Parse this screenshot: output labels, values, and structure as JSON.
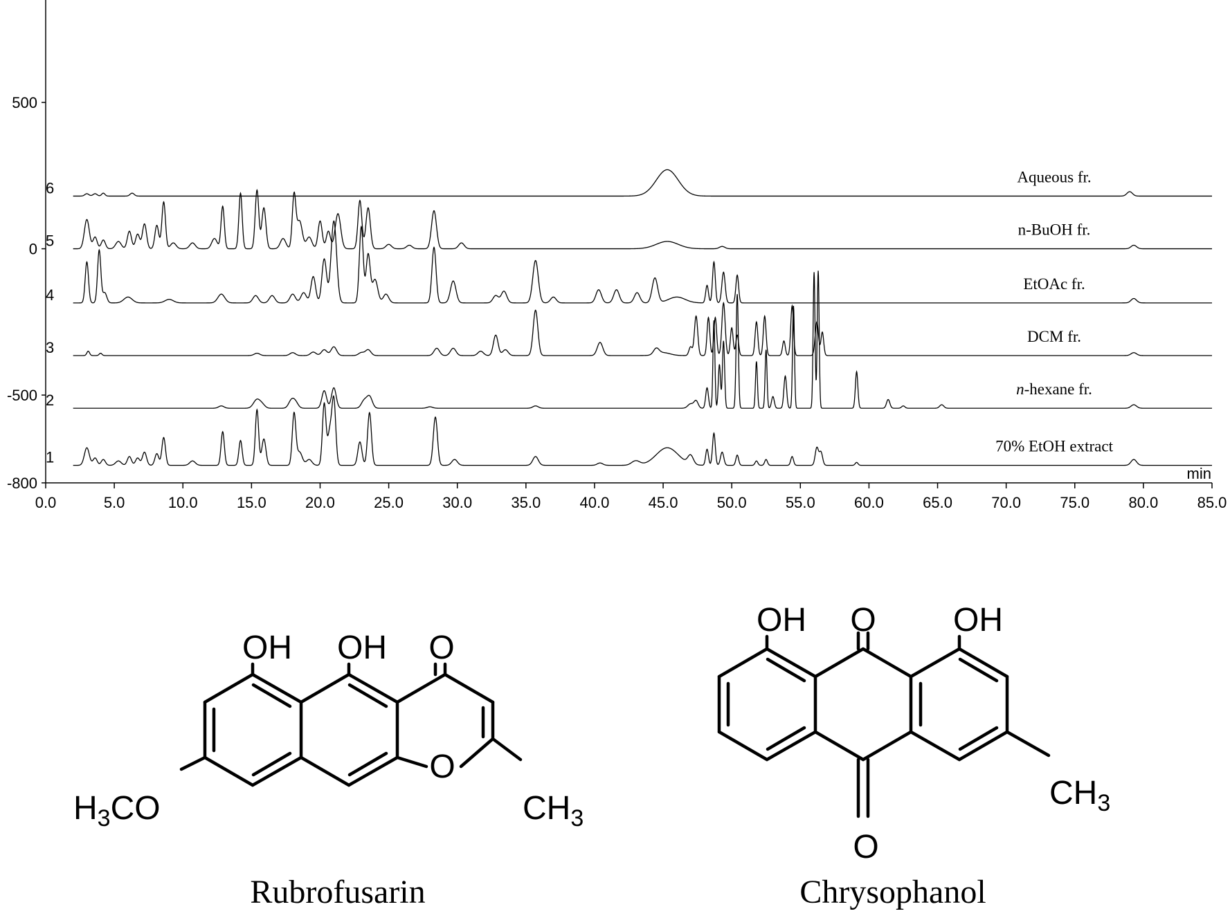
{
  "chart_data": {
    "type": "line",
    "xlabel": "min",
    "ylabel": "",
    "xlim": [
      0,
      85
    ],
    "ylim": [
      -800,
      850
    ],
    "x_ticks": [
      "0.0",
      "5.0",
      "10.0",
      "15.0",
      "20.0",
      "25.0",
      "30.0",
      "35.0",
      "40.0",
      "45.0",
      "50.0",
      "55.0",
      "60.0",
      "65.0",
      "70.0",
      "75.0",
      "80.0",
      "85.0"
    ],
    "y_ticks": [
      {
        "value": 500,
        "label": "500"
      },
      {
        "value": 0,
        "label": "0"
      },
      {
        "value": -500,
        "label": "-500"
      },
      {
        "value": -800,
        "label": "-800"
      }
    ],
    "grid": false,
    "x_start": 2.0,
    "x_end": 85.0,
    "series": [
      {
        "number": "6",
        "name": "Aqueous fr.",
        "label_italic_prefix": "",
        "label_rest": "Aqueous fr.",
        "baseline": 180,
        "peaks": [
          [
            3.0,
            8,
            0.15
          ],
          [
            3.6,
            8,
            0.15
          ],
          [
            4.2,
            10,
            0.12
          ],
          [
            6.3,
            10,
            0.15
          ],
          [
            45.3,
            90,
            0.8
          ],
          [
            79.0,
            15,
            0.2
          ]
        ]
      },
      {
        "number": "5",
        "name": "n-BuOH fr.",
        "label_italic_prefix": "",
        "label_rest": "n-BuOH fr.",
        "baseline": 0,
        "peaks": [
          [
            3.0,
            100,
            0.18
          ],
          [
            3.6,
            40,
            0.15
          ],
          [
            4.2,
            30,
            0.15
          ],
          [
            5.3,
            25,
            0.2
          ],
          [
            6.1,
            60,
            0.15
          ],
          [
            6.7,
            50,
            0.15
          ],
          [
            7.2,
            85,
            0.15
          ],
          [
            8.1,
            80,
            0.14
          ],
          [
            8.6,
            160,
            0.13
          ],
          [
            9.3,
            20,
            0.2
          ],
          [
            10.7,
            20,
            0.2
          ],
          [
            12.3,
            35,
            0.2
          ],
          [
            12.9,
            145,
            0.12
          ],
          [
            14.2,
            190,
            0.12
          ],
          [
            15.4,
            200,
            0.13
          ],
          [
            15.9,
            140,
            0.15
          ],
          [
            17.3,
            35,
            0.2
          ],
          [
            18.1,
            180,
            0.13
          ],
          [
            18.5,
            95,
            0.2
          ],
          [
            19.2,
            40,
            0.2
          ],
          [
            20.0,
            95,
            0.15
          ],
          [
            20.6,
            60,
            0.15
          ],
          [
            21.3,
            120,
            0.2
          ],
          [
            22.9,
            165,
            0.14
          ],
          [
            23.5,
            140,
            0.16
          ],
          [
            25.0,
            15,
            0.2
          ],
          [
            26.5,
            12,
            0.2
          ],
          [
            28.3,
            130,
            0.18
          ],
          [
            30.3,
            20,
            0.2
          ],
          [
            45.3,
            25,
            0.8
          ],
          [
            49.3,
            8,
            0.2
          ],
          [
            79.3,
            12,
            0.2
          ]
        ]
      },
      {
        "number": "4",
        "name": "EtOAc fr.",
        "label_italic_prefix": "",
        "label_rest": "EtOAc fr.",
        "baseline": -185,
        "peaks": [
          [
            3.0,
            140,
            0.12
          ],
          [
            3.9,
            180,
            0.12
          ],
          [
            4.3,
            35,
            0.15
          ],
          [
            6.0,
            20,
            0.3
          ],
          [
            9.0,
            12,
            0.3
          ],
          [
            12.8,
            30,
            0.25
          ],
          [
            15.3,
            25,
            0.2
          ],
          [
            16.5,
            25,
            0.2
          ],
          [
            18.0,
            30,
            0.2
          ],
          [
            18.8,
            35,
            0.2
          ],
          [
            19.5,
            90,
            0.17
          ],
          [
            20.3,
            150,
            0.17
          ],
          [
            21.0,
            280,
            0.2
          ],
          [
            23.0,
            260,
            0.14
          ],
          [
            23.5,
            165,
            0.15
          ],
          [
            24.0,
            80,
            0.2
          ],
          [
            24.8,
            30,
            0.2
          ],
          [
            28.3,
            190,
            0.15
          ],
          [
            29.7,
            75,
            0.2
          ],
          [
            32.8,
            25,
            0.2
          ],
          [
            33.4,
            40,
            0.2
          ],
          [
            35.7,
            145,
            0.2
          ],
          [
            37.0,
            20,
            0.2
          ],
          [
            40.3,
            45,
            0.2
          ],
          [
            41.6,
            45,
            0.2
          ],
          [
            43.1,
            35,
            0.2
          ],
          [
            44.4,
            85,
            0.2
          ],
          [
            46.0,
            20,
            0.6
          ],
          [
            48.2,
            60,
            0.1
          ],
          [
            48.7,
            140,
            0.1
          ],
          [
            49.4,
            105,
            0.12
          ],
          [
            50.4,
            95,
            0.1
          ],
          [
            79.3,
            15,
            0.2
          ]
        ]
      },
      {
        "number": "3",
        "name": "DCM fr.",
        "label_italic_prefix": "",
        "label_rest": "DCM fr.",
        "baseline": -365,
        "peaks": [
          [
            3.1,
            15,
            0.1
          ],
          [
            4.0,
            8,
            0.1
          ],
          [
            15.4,
            8,
            0.2
          ],
          [
            18.0,
            10,
            0.2
          ],
          [
            19.5,
            12,
            0.2
          ],
          [
            20.3,
            20,
            0.2
          ],
          [
            21.0,
            30,
            0.2
          ],
          [
            23.0,
            10,
            0.2
          ],
          [
            23.5,
            20,
            0.2
          ],
          [
            28.5,
            25,
            0.2
          ],
          [
            29.7,
            25,
            0.2
          ],
          [
            31.7,
            15,
            0.2
          ],
          [
            32.8,
            70,
            0.17
          ],
          [
            33.5,
            20,
            0.2
          ],
          [
            35.7,
            155,
            0.17
          ],
          [
            40.4,
            45,
            0.2
          ],
          [
            44.5,
            20,
            0.2
          ],
          [
            45.0,
            10,
            0.5
          ],
          [
            47.0,
            30,
            0.12
          ],
          [
            47.4,
            135,
            0.12
          ],
          [
            48.3,
            130,
            0.1
          ],
          [
            48.8,
            130,
            0.1
          ],
          [
            49.4,
            180,
            0.12
          ],
          [
            50.0,
            95,
            0.1
          ],
          [
            50.4,
            70,
            0.1
          ],
          [
            51.8,
            115,
            0.1
          ],
          [
            52.4,
            135,
            0.1
          ],
          [
            53.8,
            50,
            0.1
          ],
          [
            54.4,
            170,
            0.1
          ],
          [
            56.2,
            115,
            0.12
          ],
          [
            56.6,
            80,
            0.1
          ],
          [
            79.3,
            10,
            0.2
          ]
        ]
      },
      {
        "number": "2",
        "name": "n-hexane fr.",
        "label_italic_prefix": "n",
        "label_rest": "-hexane fr.",
        "baseline": -545,
        "peaks": [
          [
            12.8,
            8,
            0.2
          ],
          [
            15.4,
            30,
            0.25
          ],
          [
            15.8,
            10,
            0.2
          ],
          [
            17.9,
            25,
            0.2
          ],
          [
            18.2,
            20,
            0.2
          ],
          [
            20.3,
            60,
            0.17
          ],
          [
            21.0,
            70,
            0.17
          ],
          [
            23.2,
            25,
            0.2
          ],
          [
            23.6,
            40,
            0.2
          ],
          [
            28.0,
            5,
            0.2
          ],
          [
            35.7,
            8,
            0.2
          ],
          [
            47.0,
            15,
            0.2
          ],
          [
            47.4,
            25,
            0.15
          ],
          [
            48.2,
            70,
            0.1
          ],
          [
            48.7,
            300,
            0.07
          ],
          [
            49.1,
            150,
            0.08
          ],
          [
            49.4,
            230,
            0.08
          ],
          [
            50.4,
            390,
            0.08
          ],
          [
            51.8,
            160,
            0.07
          ],
          [
            52.5,
            200,
            0.07
          ],
          [
            53.0,
            40,
            0.1
          ],
          [
            53.9,
            110,
            0.1
          ],
          [
            54.5,
            350,
            0.07
          ],
          [
            56.0,
            465,
            0.07
          ],
          [
            56.3,
            470,
            0.07
          ],
          [
            59.1,
            125,
            0.09
          ],
          [
            61.4,
            30,
            0.12
          ],
          [
            62.5,
            8,
            0.12
          ],
          [
            65.3,
            12,
            0.15
          ],
          [
            79.3,
            12,
            0.2
          ]
        ]
      },
      {
        "number": "1",
        "name": "70% EtOH extract",
        "label_italic_prefix": "",
        "label_rest": "70% EtOH extract",
        "baseline": -740,
        "peaks": [
          [
            3.0,
            60,
            0.18
          ],
          [
            3.6,
            25,
            0.15
          ],
          [
            4.2,
            20,
            0.15
          ],
          [
            5.3,
            15,
            0.2
          ],
          [
            6.1,
            30,
            0.15
          ],
          [
            6.7,
            25,
            0.15
          ],
          [
            7.2,
            45,
            0.15
          ],
          [
            8.1,
            40,
            0.14
          ],
          [
            8.6,
            95,
            0.13
          ],
          [
            10.7,
            15,
            0.2
          ],
          [
            12.9,
            115,
            0.12
          ],
          [
            14.2,
            85,
            0.12
          ],
          [
            15.4,
            190,
            0.12
          ],
          [
            15.9,
            90,
            0.15
          ],
          [
            18.1,
            175,
            0.13
          ],
          [
            18.5,
            45,
            0.2
          ],
          [
            19.2,
            20,
            0.2
          ],
          [
            20.3,
            210,
            0.13
          ],
          [
            20.7,
            110,
            0.15
          ],
          [
            21.0,
            220,
            0.14
          ],
          [
            22.9,
            80,
            0.15
          ],
          [
            23.6,
            180,
            0.14
          ],
          [
            28.4,
            165,
            0.15
          ],
          [
            29.8,
            20,
            0.2
          ],
          [
            35.7,
            30,
            0.2
          ],
          [
            40.4,
            8,
            0.2
          ],
          [
            43.0,
            15,
            0.3
          ],
          [
            45.3,
            60,
            0.8
          ],
          [
            47.0,
            30,
            0.2
          ],
          [
            48.2,
            55,
            0.1
          ],
          [
            48.7,
            110,
            0.1
          ],
          [
            49.3,
            45,
            0.12
          ],
          [
            50.4,
            35,
            0.1
          ],
          [
            51.8,
            15,
            0.1
          ],
          [
            52.5,
            20,
            0.1
          ],
          [
            54.4,
            30,
            0.1
          ],
          [
            56.2,
            60,
            0.12
          ],
          [
            56.5,
            45,
            0.12
          ],
          [
            59.1,
            10,
            0.1
          ],
          [
            79.3,
            20,
            0.2
          ]
        ]
      }
    ]
  },
  "compounds": [
    {
      "name": "Rubrofusarin",
      "labels": {
        "oh1": "OH",
        "oh2": "OH",
        "o_keto": "O",
        "o_ring": "O",
        "h3co_h": "H",
        "h3co_3": "3",
        "h3co_co": "CO",
        "ch3_ch": "CH",
        "ch3_3": "3"
      }
    },
    {
      "name": "Chrysophanol",
      "labels": {
        "oh1": "OH",
        "o_top": "O",
        "oh2": "OH",
        "o_bottom": "O",
        "ch3_ch": "CH",
        "ch3_3": "3"
      }
    }
  ]
}
